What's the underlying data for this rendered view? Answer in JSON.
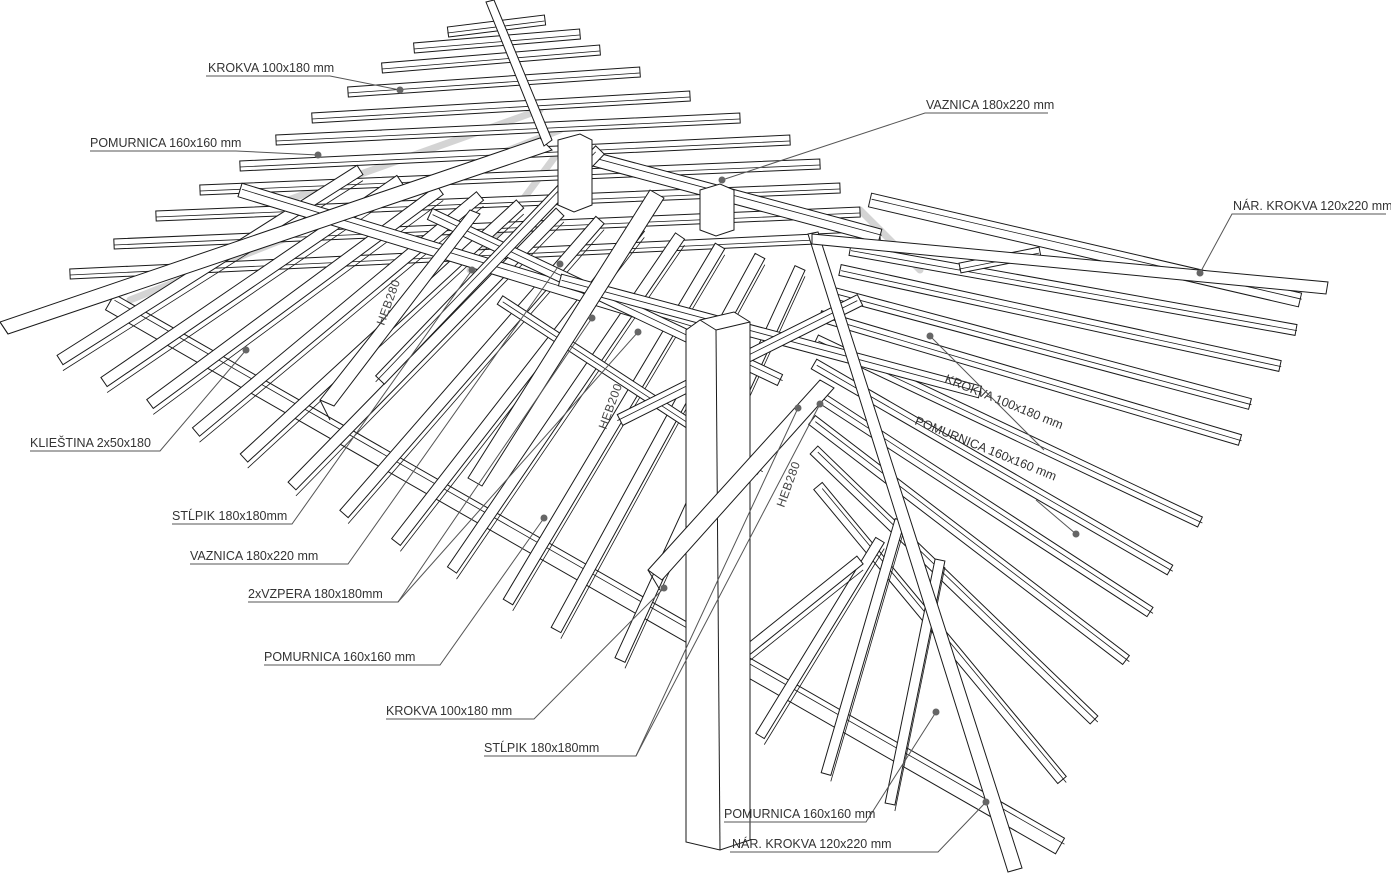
{
  "drawing": {
    "labels": {
      "krokva_top": "KROKVA 100x180 mm",
      "pomurnica_top": "POMURNICA 160x160 mm",
      "vaznica_top": "VAZNICA 180x220 mm",
      "nar_krokva_right": "NÁR. KROKVA 120x220 mm",
      "kliestina": "KLIEŠTINA 2x50x180",
      "stlpik_1": "STĹPIK 180x180mm",
      "vaznica_left": "VAZNICA 180x220 mm",
      "vzpera": "2xVZPERA 180x180mm",
      "pomurnica_left": "POMURNICA 160x160 mm",
      "krokva_bottom": "KROKVA 100x180 mm",
      "stlpik_2": "STĹPIK 180x180mm",
      "pomurnica_bottom": "POMURNICA 160x160 mm",
      "nar_krokva_bottom": "NÁR. KROKVA 120x220 mm",
      "krokva_inline": "KROKVA 100x180 mm",
      "pomurnica_inline": "POMURNICA 160x160 mm"
    },
    "web_labels": {
      "heb_1": "HEB280",
      "heb_2": "HEB200",
      "heb_3": "HEB280"
    },
    "colors": {
      "line": "#1a1a1a",
      "shadow": "#cfcfcf",
      "text": "#333333",
      "leader": "#555555"
    }
  }
}
